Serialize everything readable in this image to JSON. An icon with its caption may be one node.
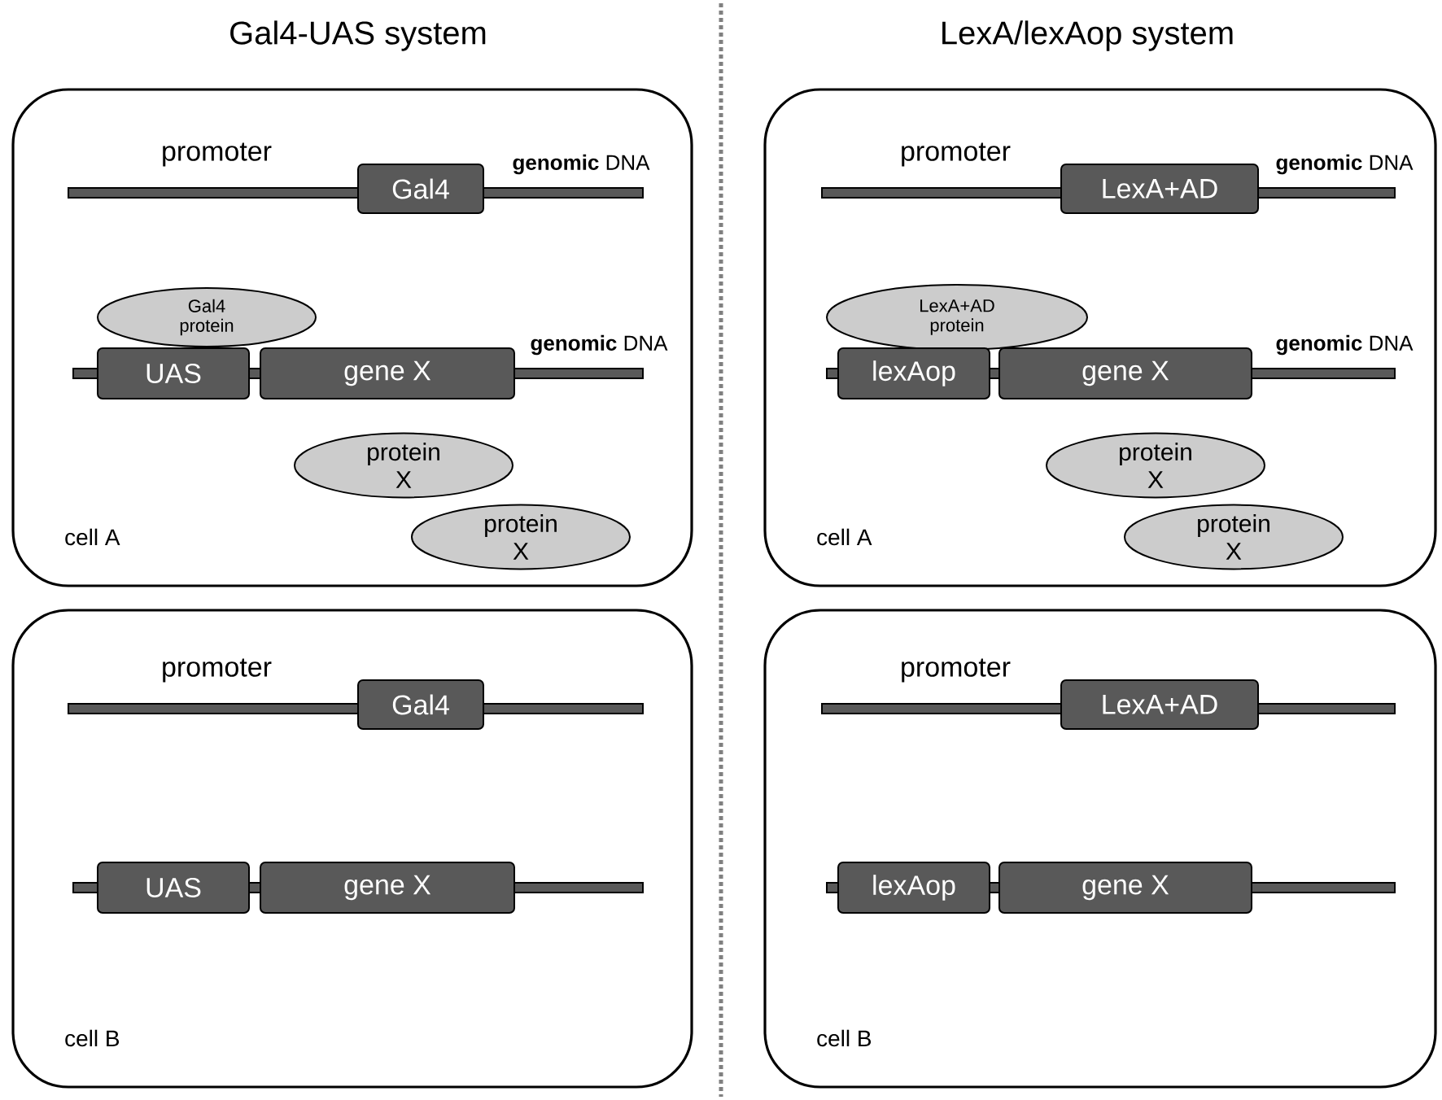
{
  "diagram": {
    "nodes": [
      {
        "text": [
          "cell A"
        ]
      },
      {
        "text": [
          "Gal4"
        ],
        "in": 0
      },
      {
        "text": [
          "Gal4 protein"
        ],
        "in": 0
      },
      {
        "text": [
          "UAS"
        ],
        "in": 0
      },
      {
        "text": [
          "gene X"
        ],
        "in": 0
      },
      {
        "text": [
          "protein X"
        ],
        "in": 0
      },
      {
        "text": [
          "protein X"
        ],
        "in": 0
      },
      {
        "text": [
          "cell A"
        ]
      },
      {
        "text": [
          "LexA+AD"
        ],
        "in": 7
      },
      {
        "text": [
          "LexA+AD protein"
        ],
        "in": 7
      },
      {
        "text": [
          "lexAop"
        ],
        "in": 7
      },
      {
        "text": [
          "gene X"
        ],
        "in": 7
      },
      {
        "text": [
          "protein X"
        ],
        "in": 7
      },
      {
        "text": [
          "protein X"
        ],
        "in": 7
      },
      {
        "text": [
          "cell B"
        ]
      },
      {
        "text": [
          "Gal4"
        ],
        "in": 14
      },
      {
        "text": [
          "UAS"
        ],
        "in": 14
      },
      {
        "text": [
          "gene X"
        ],
        "in": 14
      },
      {
        "text": [
          "cell B"
        ]
      },
      {
        "text": [
          "LexA+AD"
        ],
        "in": 18
      },
      {
        "text": [
          "lexAop"
        ],
        "in": 18
      },
      {
        "text": [
          "gene X"
        ],
        "in": 18
      }
    ],
    "edges": [],
    "labels": [
      "Gal4-UAS system",
      "LexA/lexAop system",
      "promoter",
      "**genomic** DNA",
      "**genomic** DNA",
      "promoter",
      "**genomic** DNA",
      "**genomic** DNA",
      "promoter",
      "promoter"
    ]
  }
}
